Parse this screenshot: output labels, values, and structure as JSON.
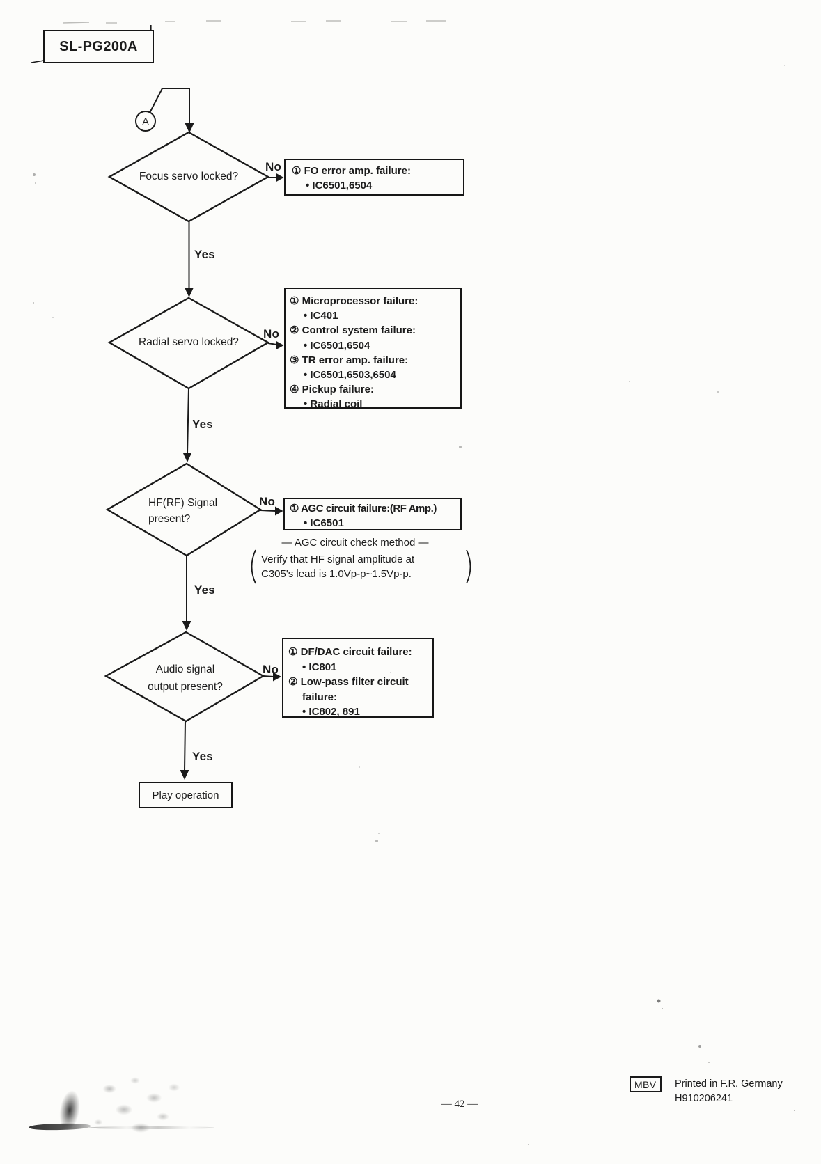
{
  "page": {
    "model": "SL-PG200A",
    "connector_label": "A",
    "page_number": "— 42 —",
    "footer": {
      "stamp": "MBV",
      "printed": "Printed in F.R. Germany",
      "code": "H910206241"
    }
  },
  "labels": {
    "yes": "Yes",
    "no": "No"
  },
  "flow": {
    "d1": {
      "question": "Focus servo locked?"
    },
    "box1": {
      "lines": [
        "① FO error amp. failure:",
        "• IC6501,6504"
      ]
    },
    "d2": {
      "question": "Radial servo locked?"
    },
    "box2": {
      "lines": [
        "① Microprocessor failure:",
        "• IC401",
        "② Control system failure:",
        "• IC6501,6504",
        "③ TR error amp. failure:",
        "• IC6501,6503,6504",
        "④ Pickup failure:",
        "• Radial coil"
      ]
    },
    "d3": {
      "question_line1": "HF(RF) Signal",
      "question_line2": "present?"
    },
    "box3": {
      "lines": [
        "① AGC circuit failure:(RF Amp.)",
        "• IC6501"
      ]
    },
    "note": {
      "title": "— AGC circuit check method —",
      "line1": "Verify that HF signal amplitude at",
      "line2": "C305's lead is 1.0Vp-p~1.5Vp-p."
    },
    "d4": {
      "question_line1": "Audio signal",
      "question_line2": "output present?"
    },
    "box4": {
      "lines": [
        "① DF/DAC circuit failure:",
        "• IC801",
        "② Low-pass filter circuit",
        "failure:",
        "• IC802, 891"
      ]
    },
    "end": {
      "label": "Play operation"
    }
  }
}
